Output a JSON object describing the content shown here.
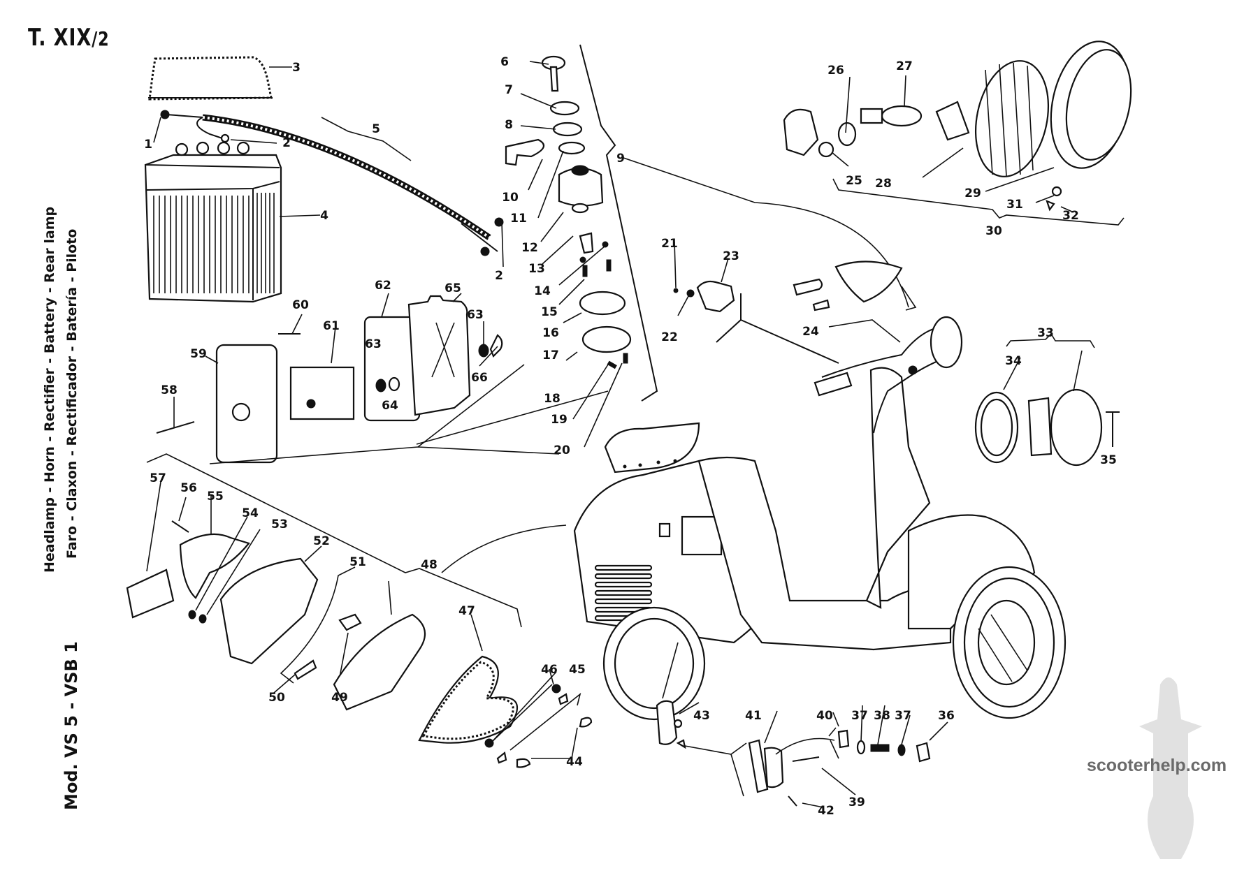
{
  "plate": {
    "title": "T. XIX",
    "title_suffix": "/2",
    "section_titles": {
      "english": "Headlamp - Horn - Rectifier - Battery - Rear lamp",
      "spanish": "Faro - Claxon - Rectificador - Batería - Piloto"
    },
    "model": "Mod. VS 5 - VSB 1"
  },
  "watermark": {
    "text": "scooterhelp.com"
  },
  "callouts": [
    {
      "id": "1",
      "label": "1"
    },
    {
      "id": "2a",
      "label": "2"
    },
    {
      "id": "2b",
      "label": "2"
    },
    {
      "id": "3",
      "label": "3"
    },
    {
      "id": "4",
      "label": "4"
    },
    {
      "id": "5",
      "label": "5"
    },
    {
      "id": "6",
      "label": "6"
    },
    {
      "id": "7",
      "label": "7"
    },
    {
      "id": "8",
      "label": "8"
    },
    {
      "id": "9",
      "label": "9"
    },
    {
      "id": "10",
      "label": "10"
    },
    {
      "id": "11",
      "label": "11"
    },
    {
      "id": "12",
      "label": "12"
    },
    {
      "id": "13",
      "label": "13"
    },
    {
      "id": "14",
      "label": "14"
    },
    {
      "id": "15",
      "label": "15"
    },
    {
      "id": "16",
      "label": "16"
    },
    {
      "id": "17",
      "label": "17"
    },
    {
      "id": "18",
      "label": "18"
    },
    {
      "id": "19",
      "label": "19"
    },
    {
      "id": "20",
      "label": "20"
    },
    {
      "id": "21",
      "label": "21"
    },
    {
      "id": "22",
      "label": "22"
    },
    {
      "id": "23",
      "label": "23"
    },
    {
      "id": "24",
      "label": "24"
    },
    {
      "id": "25",
      "label": "25"
    },
    {
      "id": "26",
      "label": "26"
    },
    {
      "id": "27",
      "label": "27"
    },
    {
      "id": "28",
      "label": "28"
    },
    {
      "id": "29",
      "label": "29"
    },
    {
      "id": "30",
      "label": "30"
    },
    {
      "id": "31",
      "label": "31"
    },
    {
      "id": "32",
      "label": "32"
    },
    {
      "id": "33",
      "label": "33"
    },
    {
      "id": "34",
      "label": "34"
    },
    {
      "id": "35",
      "label": "35"
    },
    {
      "id": "36",
      "label": "36"
    },
    {
      "id": "37a",
      "label": "37"
    },
    {
      "id": "37b",
      "label": "37"
    },
    {
      "id": "38",
      "label": "38"
    },
    {
      "id": "39",
      "label": "39"
    },
    {
      "id": "40",
      "label": "40"
    },
    {
      "id": "41",
      "label": "41"
    },
    {
      "id": "42",
      "label": "42"
    },
    {
      "id": "43",
      "label": "43"
    },
    {
      "id": "44",
      "label": "44"
    },
    {
      "id": "45",
      "label": "45"
    },
    {
      "id": "46",
      "label": "46"
    },
    {
      "id": "47",
      "label": "47"
    },
    {
      "id": "48",
      "label": "48"
    },
    {
      "id": "49",
      "label": "49"
    },
    {
      "id": "50",
      "label": "50"
    },
    {
      "id": "51",
      "label": "51"
    },
    {
      "id": "52",
      "label": "52"
    },
    {
      "id": "53",
      "label": "53"
    },
    {
      "id": "54",
      "label": "54"
    },
    {
      "id": "55",
      "label": "55"
    },
    {
      "id": "56",
      "label": "56"
    },
    {
      "id": "57",
      "label": "57"
    },
    {
      "id": "58",
      "label": "58"
    },
    {
      "id": "59",
      "label": "59"
    },
    {
      "id": "60",
      "label": "60"
    },
    {
      "id": "61",
      "label": "61"
    },
    {
      "id": "62",
      "label": "62"
    },
    {
      "id": "63a",
      "label": "63"
    },
    {
      "id": "63b",
      "label": "63"
    },
    {
      "id": "64",
      "label": "64"
    },
    {
      "id": "65",
      "label": "65"
    },
    {
      "id": "66",
      "label": "66"
    }
  ]
}
